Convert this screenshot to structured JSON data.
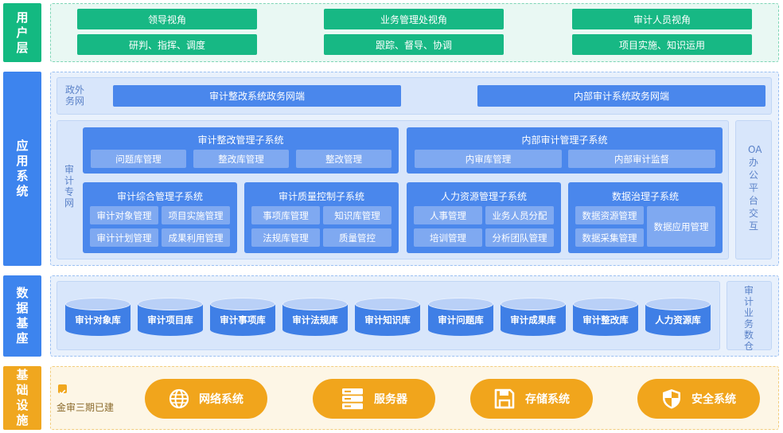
{
  "layers": {
    "user": "用户层",
    "app": "应用系统",
    "data": "数据基座",
    "infra": "基础设施"
  },
  "user_layer": {
    "col1": {
      "title": "领导视角",
      "desc": "研判、指挥、调度"
    },
    "col2": {
      "title": "业务管理处视角",
      "desc": "跟踪、督导、协调"
    },
    "col3": {
      "title": "审计人员视角",
      "desc": "项目实施、知识运用"
    }
  },
  "gov_net": {
    "label": "政外务网",
    "end1": "审计整改系统政务网端",
    "end2": "内部审计系统政务网端"
  },
  "audit_net": {
    "label": "审计专网",
    "rectify": {
      "title": "审计整改管理子系统",
      "items": [
        "问题库管理",
        "整改库管理",
        "整改管理"
      ]
    },
    "internal": {
      "title": "内部审计管理子系统",
      "items": [
        "内审库管理",
        "内部审计监督"
      ]
    },
    "comprehensive": {
      "title": "审计综合管理子系统",
      "items": [
        "审计对象管理",
        "项目实施管理",
        "审计计划管理",
        "成果利用管理"
      ]
    },
    "quality": {
      "title": "审计质量控制子系统",
      "items": [
        "事项库管理",
        "知识库管理",
        "法规库管理",
        "质量管控"
      ]
    },
    "hr": {
      "title": "人力资源管理子系统",
      "items": [
        "人事管理",
        "业务人员分配",
        "培训管理",
        "分析团队管理"
      ]
    },
    "governance": {
      "title": "数据治理子系统",
      "items": [
        "数据资源管理",
        "数据采集管理",
        "数据应用管理"
      ]
    },
    "oa": "OA办公平台交互"
  },
  "data_layer": {
    "dbs": [
      "审计对象库",
      "审计项目库",
      "审计事项库",
      "审计法规库",
      "审计知识库",
      "审计问题库",
      "审计成果库",
      "审计整改库",
      "人力资源库"
    ],
    "warehouse": "审计业务数仓"
  },
  "infra_layer": {
    "note": "金审三期已建",
    "items": [
      {
        "label": "网络系统",
        "icon": "globe-icon"
      },
      {
        "label": "服务器",
        "icon": "server-icon"
      },
      {
        "label": "存储系统",
        "icon": "floppy-disk-icon"
      },
      {
        "label": "安全系统",
        "icon": "shield-icon"
      }
    ]
  },
  "colors": {
    "green": "#13b981",
    "blue": "#3d84ee",
    "orange": "#f0a71f"
  }
}
